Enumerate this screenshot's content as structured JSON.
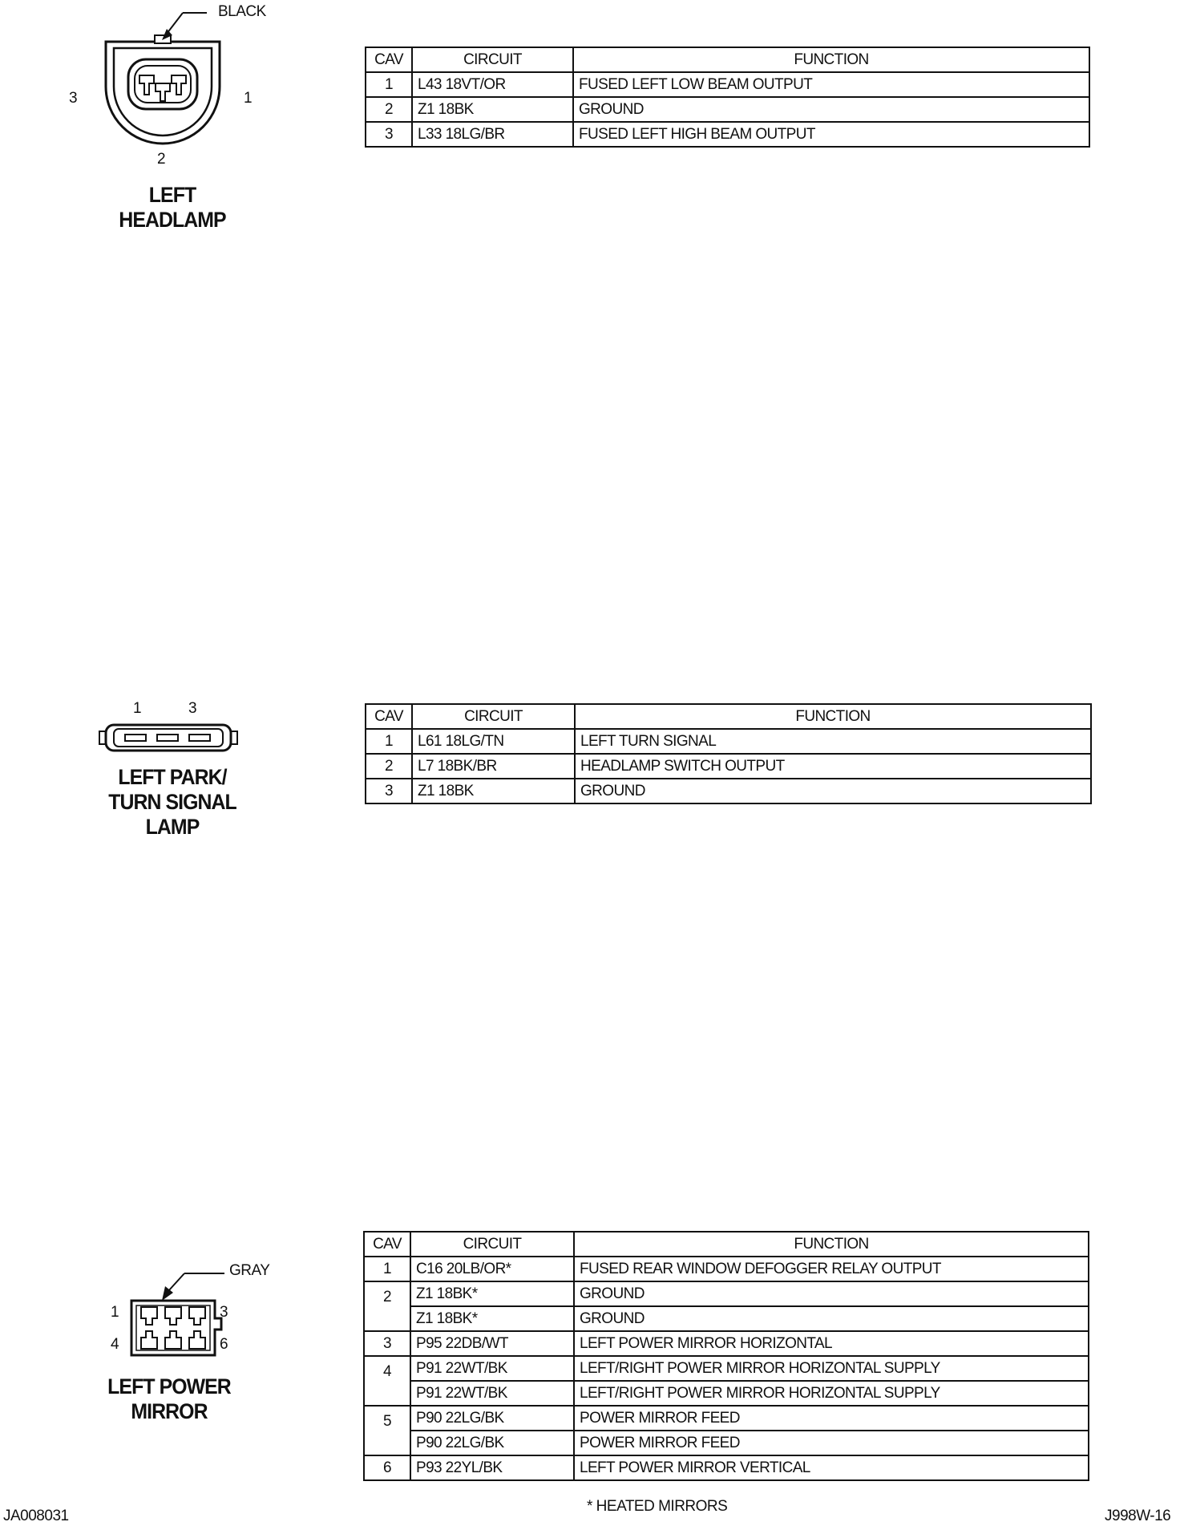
{
  "headlamp": {
    "color_label": "BLACK",
    "pins": {
      "left": "3",
      "right": "1",
      "bottom": "2"
    },
    "caption": [
      "LEFT",
      "HEADLAMP"
    ],
    "table": {
      "headers": [
        "CAV",
        "CIRCUIT",
        "FUNCTION"
      ],
      "rows": [
        {
          "cav": "1",
          "circuit": "L43 18VT/OR",
          "function": "FUSED LEFT LOW BEAM OUTPUT"
        },
        {
          "cav": "2",
          "circuit": "Z1 18BK",
          "function": "GROUND"
        },
        {
          "cav": "3",
          "circuit": "L33 18LG/BR",
          "function": "FUSED LEFT HIGH BEAM OUTPUT"
        }
      ]
    }
  },
  "park_turn": {
    "pins": {
      "left": "1",
      "right": "3"
    },
    "caption": [
      "LEFT PARK/",
      "TURN SIGNAL",
      "LAMP"
    ],
    "table": {
      "headers": [
        "CAV",
        "CIRCUIT",
        "FUNCTION"
      ],
      "rows": [
        {
          "cav": "1",
          "circuit": "L61 18LG/TN",
          "function": "LEFT TURN SIGNAL"
        },
        {
          "cav": "2",
          "circuit": "L7 18BK/BR",
          "function": "HEADLAMP SWITCH OUTPUT"
        },
        {
          "cav": "3",
          "circuit": "Z1 18BK",
          "function": "GROUND"
        }
      ]
    }
  },
  "mirror": {
    "color_label": "GRAY",
    "pins": {
      "top_left": "1",
      "top_right": "3",
      "bottom_left": "4",
      "bottom_right": "6"
    },
    "caption": [
      "LEFT POWER",
      "MIRROR"
    ],
    "table": {
      "headers": [
        "CAV",
        "CIRCUIT",
        "FUNCTION"
      ],
      "rows": [
        {
          "cav": "1",
          "circuit": "C16 20LB/OR*",
          "function": "FUSED REAR WINDOW DEFOGGER RELAY OUTPUT"
        },
        {
          "cav": "2",
          "circuit": "Z1 18BK*",
          "function": "GROUND"
        },
        {
          "cav": "",
          "circuit": "Z1 18BK*",
          "function": "GROUND"
        },
        {
          "cav": "3",
          "circuit": "P95 22DB/WT",
          "function": "LEFT POWER MIRROR HORIZONTAL"
        },
        {
          "cav": "4",
          "circuit": "P91 22WT/BK",
          "function": "LEFT/RIGHT POWER MIRROR HORIZONTAL SUPPLY"
        },
        {
          "cav": "",
          "circuit": "P91 22WT/BK",
          "function": "LEFT/RIGHT POWER MIRROR HORIZONTAL SUPPLY"
        },
        {
          "cav": "5",
          "circuit": "P90 22LG/BK",
          "function": "POWER MIRROR FEED"
        },
        {
          "cav": "",
          "circuit": "P90 22LG/BK",
          "function": "POWER MIRROR FEED"
        },
        {
          "cav": "6",
          "circuit": "P93 22YL/BK",
          "function": "LEFT POWER MIRROR VERTICAL"
        }
      ],
      "footnote": "* HEATED MIRRORS"
    }
  },
  "footer": {
    "left": "JA008031",
    "right": "J998W-16"
  }
}
